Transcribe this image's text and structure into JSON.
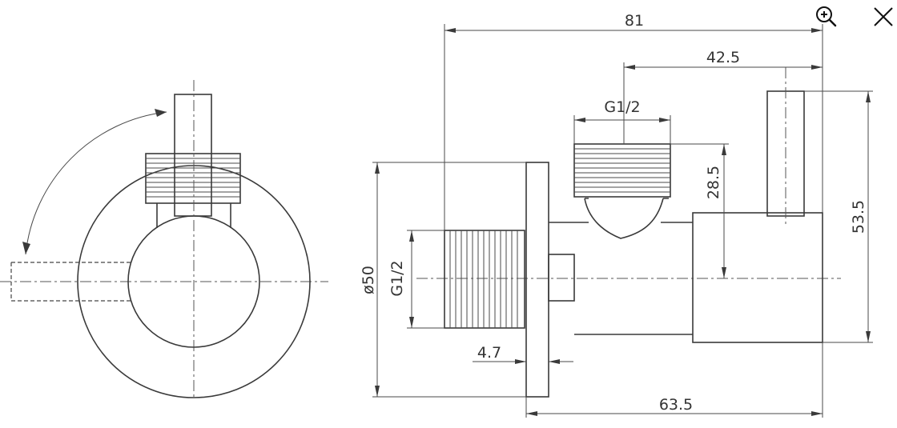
{
  "viewer": {
    "zoom_icon": "zoom-in-icon",
    "close_icon": "close-icon"
  },
  "drawing": {
    "dimensions": {
      "overall_length": "81",
      "outlet_offset": "42.5",
      "outlet_thread": "G1/2",
      "outlet_height": "28.5",
      "handle_height": "53.5",
      "flange_diameter": "ø50",
      "inlet_thread": "G1/2",
      "flange_thickness": "4.7",
      "body_length": "63.5"
    }
  }
}
